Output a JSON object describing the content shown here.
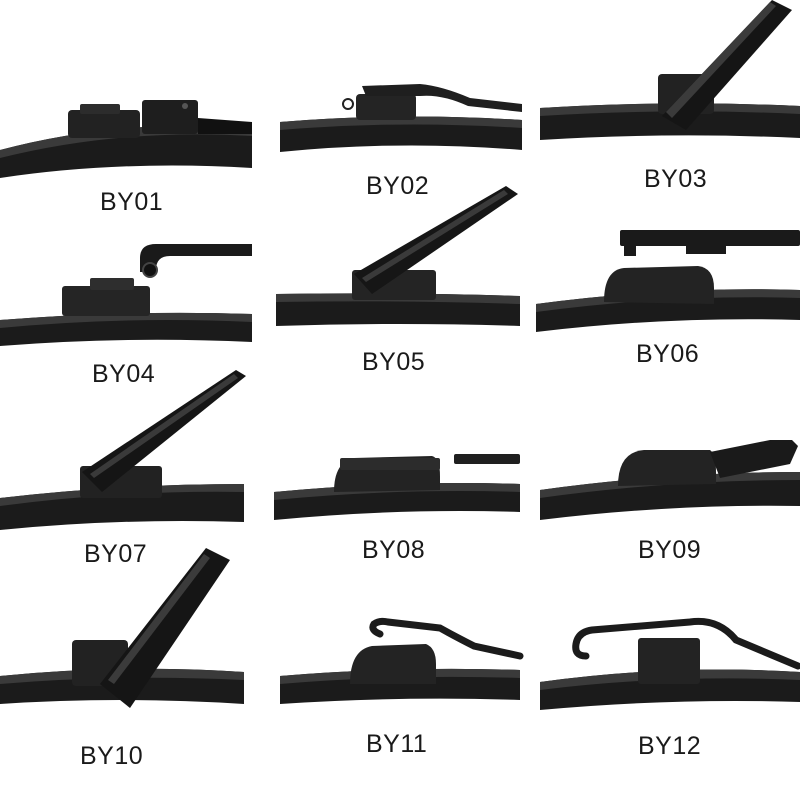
{
  "colors": {
    "blade_dark": "#1b1b1b",
    "blade_mid": "#2a2a2a",
    "blade_edge": "#0c0c0c",
    "highlight": "#5a5a5a",
    "label": "#1a1a1a",
    "background": "#ffffff"
  },
  "products": [
    {
      "code": "BY01",
      "adapter": "hook-adapter-icon"
    },
    {
      "code": "BY02",
      "adapter": "side-pin-adapter-icon"
    },
    {
      "code": "BY03",
      "adapter": "pinch-tab-adapter-icon"
    },
    {
      "code": "BY04",
      "adapter": "bayonet-adapter-icon"
    },
    {
      "code": "BY05",
      "adapter": "side-lock-adapter-icon"
    },
    {
      "code": "BY06",
      "adapter": "top-lock-adapter-icon"
    },
    {
      "code": "BY07",
      "adapter": "push-button-adapter-icon"
    },
    {
      "code": "BY08",
      "adapter": "small-pin-adapter-icon"
    },
    {
      "code": "BY09",
      "adapter": "claw-adapter-icon"
    },
    {
      "code": "BY10",
      "adapter": "pinch-tab-wide-adapter-icon"
    },
    {
      "code": "BY11",
      "adapter": "u-hook-adapter-icon"
    },
    {
      "code": "BY12",
      "adapter": "large-hook-adapter-icon"
    }
  ]
}
